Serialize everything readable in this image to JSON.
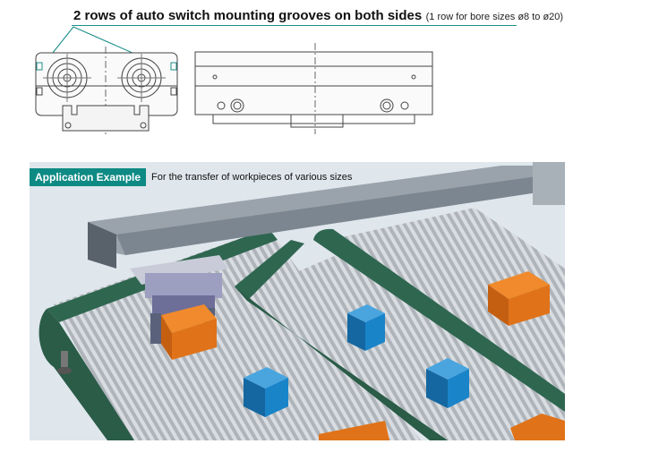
{
  "headline": {
    "main": "2 rows of auto switch mounting grooves on both sides",
    "note": "(1 row for bore sizes ø8 to ø20)"
  },
  "application": {
    "tag": "Application Example",
    "description": "For the transfer of workpieces of various sizes"
  },
  "colors": {
    "teal_accent": "#1e8f8a",
    "tag_bg": "#0e8a84",
    "conveyor_frame": "#2f6650",
    "roller": "#c7ccd1",
    "orange_workpiece": "#e07319",
    "blue_workpiece": "#1a84c9",
    "sky": "#dfe6ec"
  }
}
